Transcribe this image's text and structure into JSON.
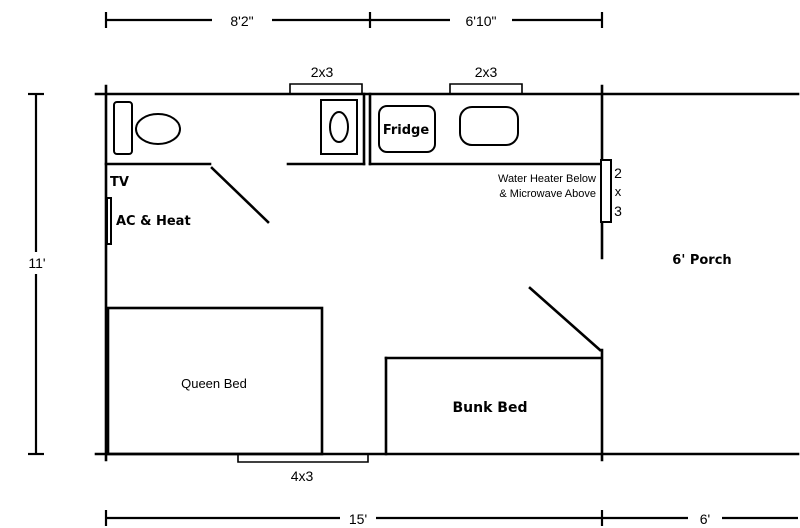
{
  "dimensions": {
    "top_left": "8'2\"",
    "top_right": "6'10\"",
    "left_height": "11'",
    "bottom_main": "15'",
    "bottom_porch": "6'"
  },
  "windows": {
    "bathroom_window": "2x3",
    "kitchen_window": "2x3",
    "bedroom_window": "4x3",
    "side_window_parts": [
      "2",
      "x",
      "3"
    ]
  },
  "rooms": {
    "tv": "TV",
    "ac_heat": "AC & Heat",
    "fridge": "Fridge",
    "water_heater_line1": "Water Heater Below",
    "water_heater_line2": "& Microwave Above",
    "porch": "6' Porch",
    "queen_bed": "Queen Bed",
    "bunk_bed": "Bunk Bed"
  }
}
